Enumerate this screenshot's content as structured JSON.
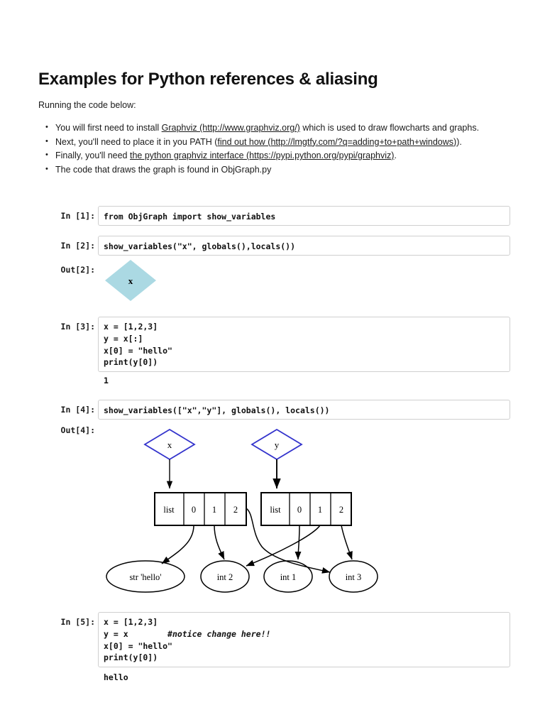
{
  "document": {
    "title": "Examples for Python references & aliasing",
    "intro": "Running the code below:",
    "bullets": [
      {
        "pre": "You will first need to install ",
        "link": "Graphviz (http://www.graphviz.org/)",
        "post": " which is used to draw flowcharts and graphs."
      },
      {
        "pre": "Next, you'll need to place it in you PATH (",
        "link": "find out how (http://lmgtfy.com/?q=adding+to+path+windows)",
        "post": ")."
      },
      {
        "pre": "Finally, you'll need ",
        "link": "the python graphviz interface (https://pypi.python.org/pypi/graphviz)",
        "post": "."
      },
      {
        "pre": "The code that draws the graph is found in ObjGraph.py",
        "link": "",
        "post": ""
      }
    ]
  },
  "cells": [
    {
      "prompt": "In [1]:",
      "code": "from ObjGraph import show_variables"
    },
    {
      "prompt": "In [2]:",
      "code": "show_variables(\"x\", globals(),locals())"
    },
    {
      "prompt": "Out[2]:"
    },
    {
      "prompt": "In [3]:",
      "code_lines": [
        "x = [1,2,3]",
        "y = x[:]",
        "x[0] = \"hello\"",
        "print(y[0])"
      ],
      "stdout": "1"
    },
    {
      "prompt": "In [4]:",
      "code": "show_variables([\"x\",\"y\"], globals(), locals())"
    },
    {
      "prompt": "Out[4]:"
    },
    {
      "prompt": "In [5]:",
      "code_line_1": "x = [1,2,3]",
      "code_line_2a": "y = x",
      "code_line_2b": "#notice change here!!",
      "code_line_3": "x[0] = \"hello\"",
      "code_line_4": "print(y[0])",
      "stdout": "hello"
    }
  ],
  "out2_graph": {
    "type": "diagram",
    "shape": "diamond",
    "fill_color": "#abd9e3",
    "nodes": [
      {
        "label": "x",
        "shape": "diamond"
      }
    ]
  },
  "out4_graph": {
    "type": "diagram",
    "variable_color": "#3333cc",
    "nodes": {
      "variables": [
        {
          "label": "x",
          "shape": "diamond"
        },
        {
          "label": "y",
          "shape": "diamond"
        }
      ],
      "lists": [
        {
          "label": "list",
          "indices": [
            "0",
            "1",
            "2"
          ]
        },
        {
          "label": "list",
          "indices": [
            "0",
            "1",
            "2"
          ]
        }
      ],
      "values": [
        {
          "label": "str 'hello'",
          "shape": "ellipse"
        },
        {
          "label": "int 2",
          "shape": "ellipse"
        },
        {
          "label": "int 1",
          "shape": "ellipse"
        },
        {
          "label": "int 3",
          "shape": "ellipse"
        }
      ]
    },
    "edges": [
      {
        "from": "x",
        "to": "list-x"
      },
      {
        "from": "y",
        "to": "list-y"
      },
      {
        "from": "list-x.0",
        "to": "str 'hello'"
      },
      {
        "from": "list-x.1",
        "to": "int 2"
      },
      {
        "from": "list-x.2",
        "to": "int 3"
      },
      {
        "from": "list-y.0",
        "to": "int 1"
      },
      {
        "from": "list-y.1",
        "to": "int 2"
      },
      {
        "from": "list-y.2",
        "to": "int 3"
      }
    ]
  }
}
